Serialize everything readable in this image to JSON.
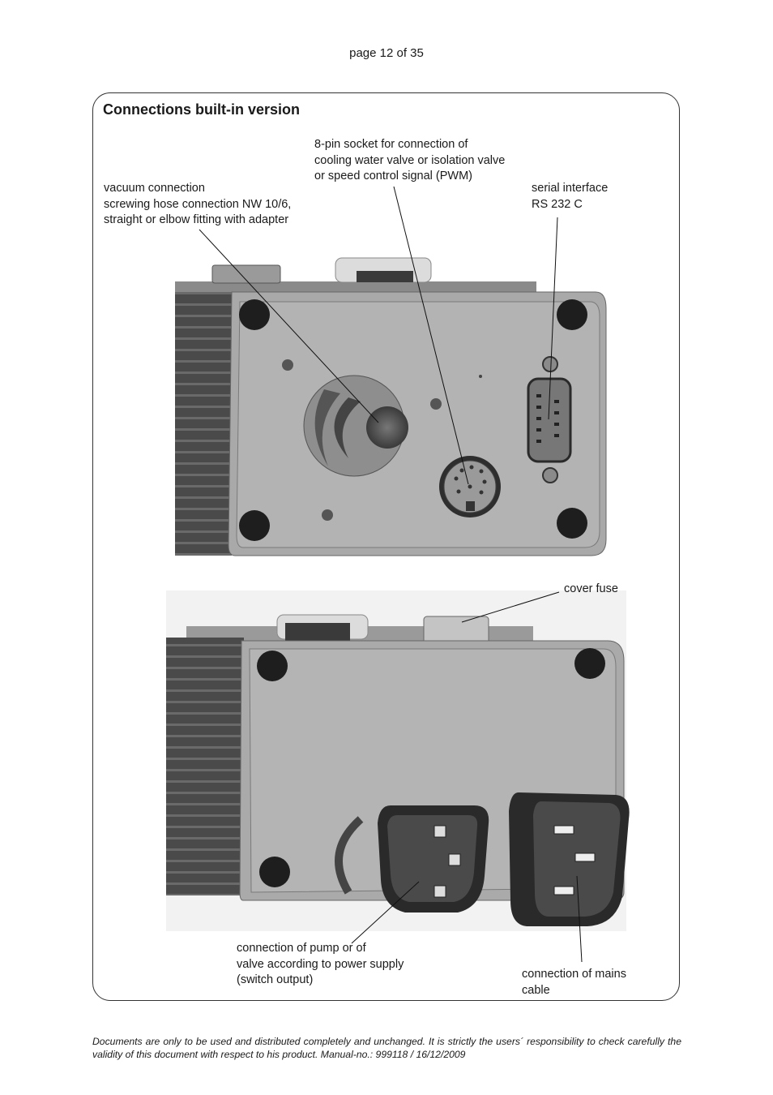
{
  "header": {
    "page_number": "page 12 of 35"
  },
  "section": {
    "title": "Connections built-in version"
  },
  "callouts": {
    "vacuum": [
      "vacuum connection",
      "screwing hose connection NW 10/6,",
      "straight or elbow fitting with adapter"
    ],
    "socket": [
      "8-pin socket for connection of",
      "cooling water valve or isolation valve",
      "or speed control signal (PWM)"
    ],
    "serial": [
      "serial interface",
      "RS 232 C"
    ],
    "fuse": [
      "cover fuse"
    ],
    "pump": [
      "connection of pump or of",
      "valve according to power supply",
      "(switch output)"
    ],
    "mains": [
      "connection of mains",
      "cable"
    ]
  },
  "footer": {
    "text": "Documents are only to be used and distributed completely and unchanged. It is strictly the users´ responsibility to check carefully the validity of this document with respect to his product. Manual-no.: 999118 / 16/12/2009"
  },
  "colors": {
    "border": "#333333",
    "body_grey": "#a8a8a8",
    "dark": "#2a2a2a"
  }
}
